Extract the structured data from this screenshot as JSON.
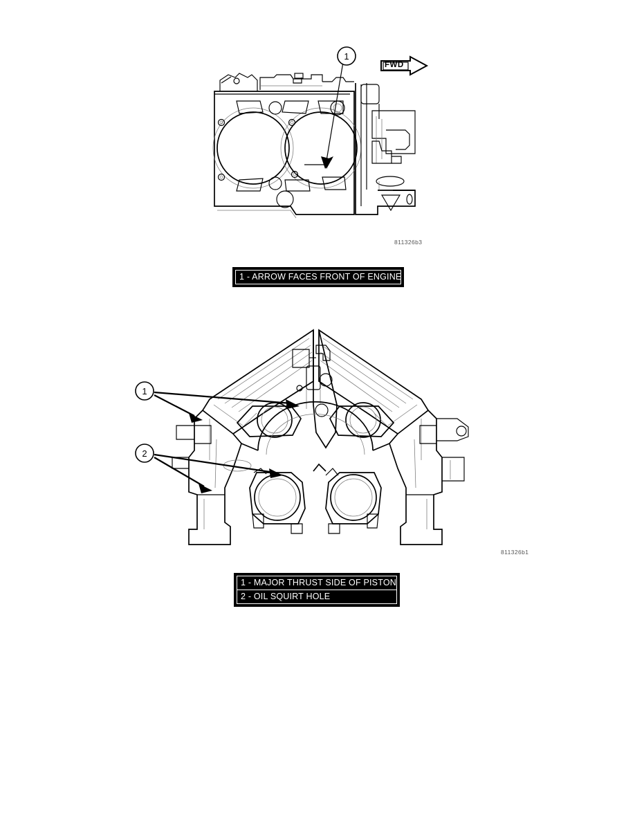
{
  "document": {
    "type": "service-manual-figure-page",
    "background_color": "#ffffff"
  },
  "figures": [
    {
      "id": "figure-top",
      "description": "Engine cylinder block deck face showing two cylinder bores with piston orientation arrow",
      "reference_code": "811326b3",
      "orientation_indicator": {
        "label": "FWD",
        "direction": "right",
        "name": "forward-direction-arrow"
      },
      "callouts": [
        {
          "number": "1",
          "target": "directional arrow stamped inside cylinder bore"
        }
      ],
      "legend": [
        {
          "number": "1",
          "separator": "-",
          "text": "ARROW FACES FRONT OF ENGINE",
          "full": "1 - ARROW FACES FRONT OF ENGINE"
        }
      ]
    },
    {
      "id": "figure-bottom",
      "description": "V-engine block cross-section showing cylinder bores, piston thrust sides and oil squirt holes",
      "reference_code": "811326b1",
      "callouts": [
        {
          "number": "1",
          "target": "major thrust side of piston",
          "leader_count": 2
        },
        {
          "number": "2",
          "target": "oil squirt hole",
          "leader_count": 2
        }
      ],
      "legend": [
        {
          "number": "1",
          "separator": "-",
          "text": "MAJOR THRUST SIDE OF PISTON",
          "full": "1 - MAJOR THRUST SIDE OF PISTON"
        },
        {
          "number": "2",
          "separator": "-",
          "text": "OIL SQUIRT HOLE",
          "full": "2 - OIL SQUIRT HOLE"
        }
      ]
    }
  ],
  "colors": {
    "line": "#000000",
    "detail_line": "#777777",
    "legend_background": "#000000",
    "legend_text": "#ffffff",
    "reference_code_text": "#555555"
  }
}
